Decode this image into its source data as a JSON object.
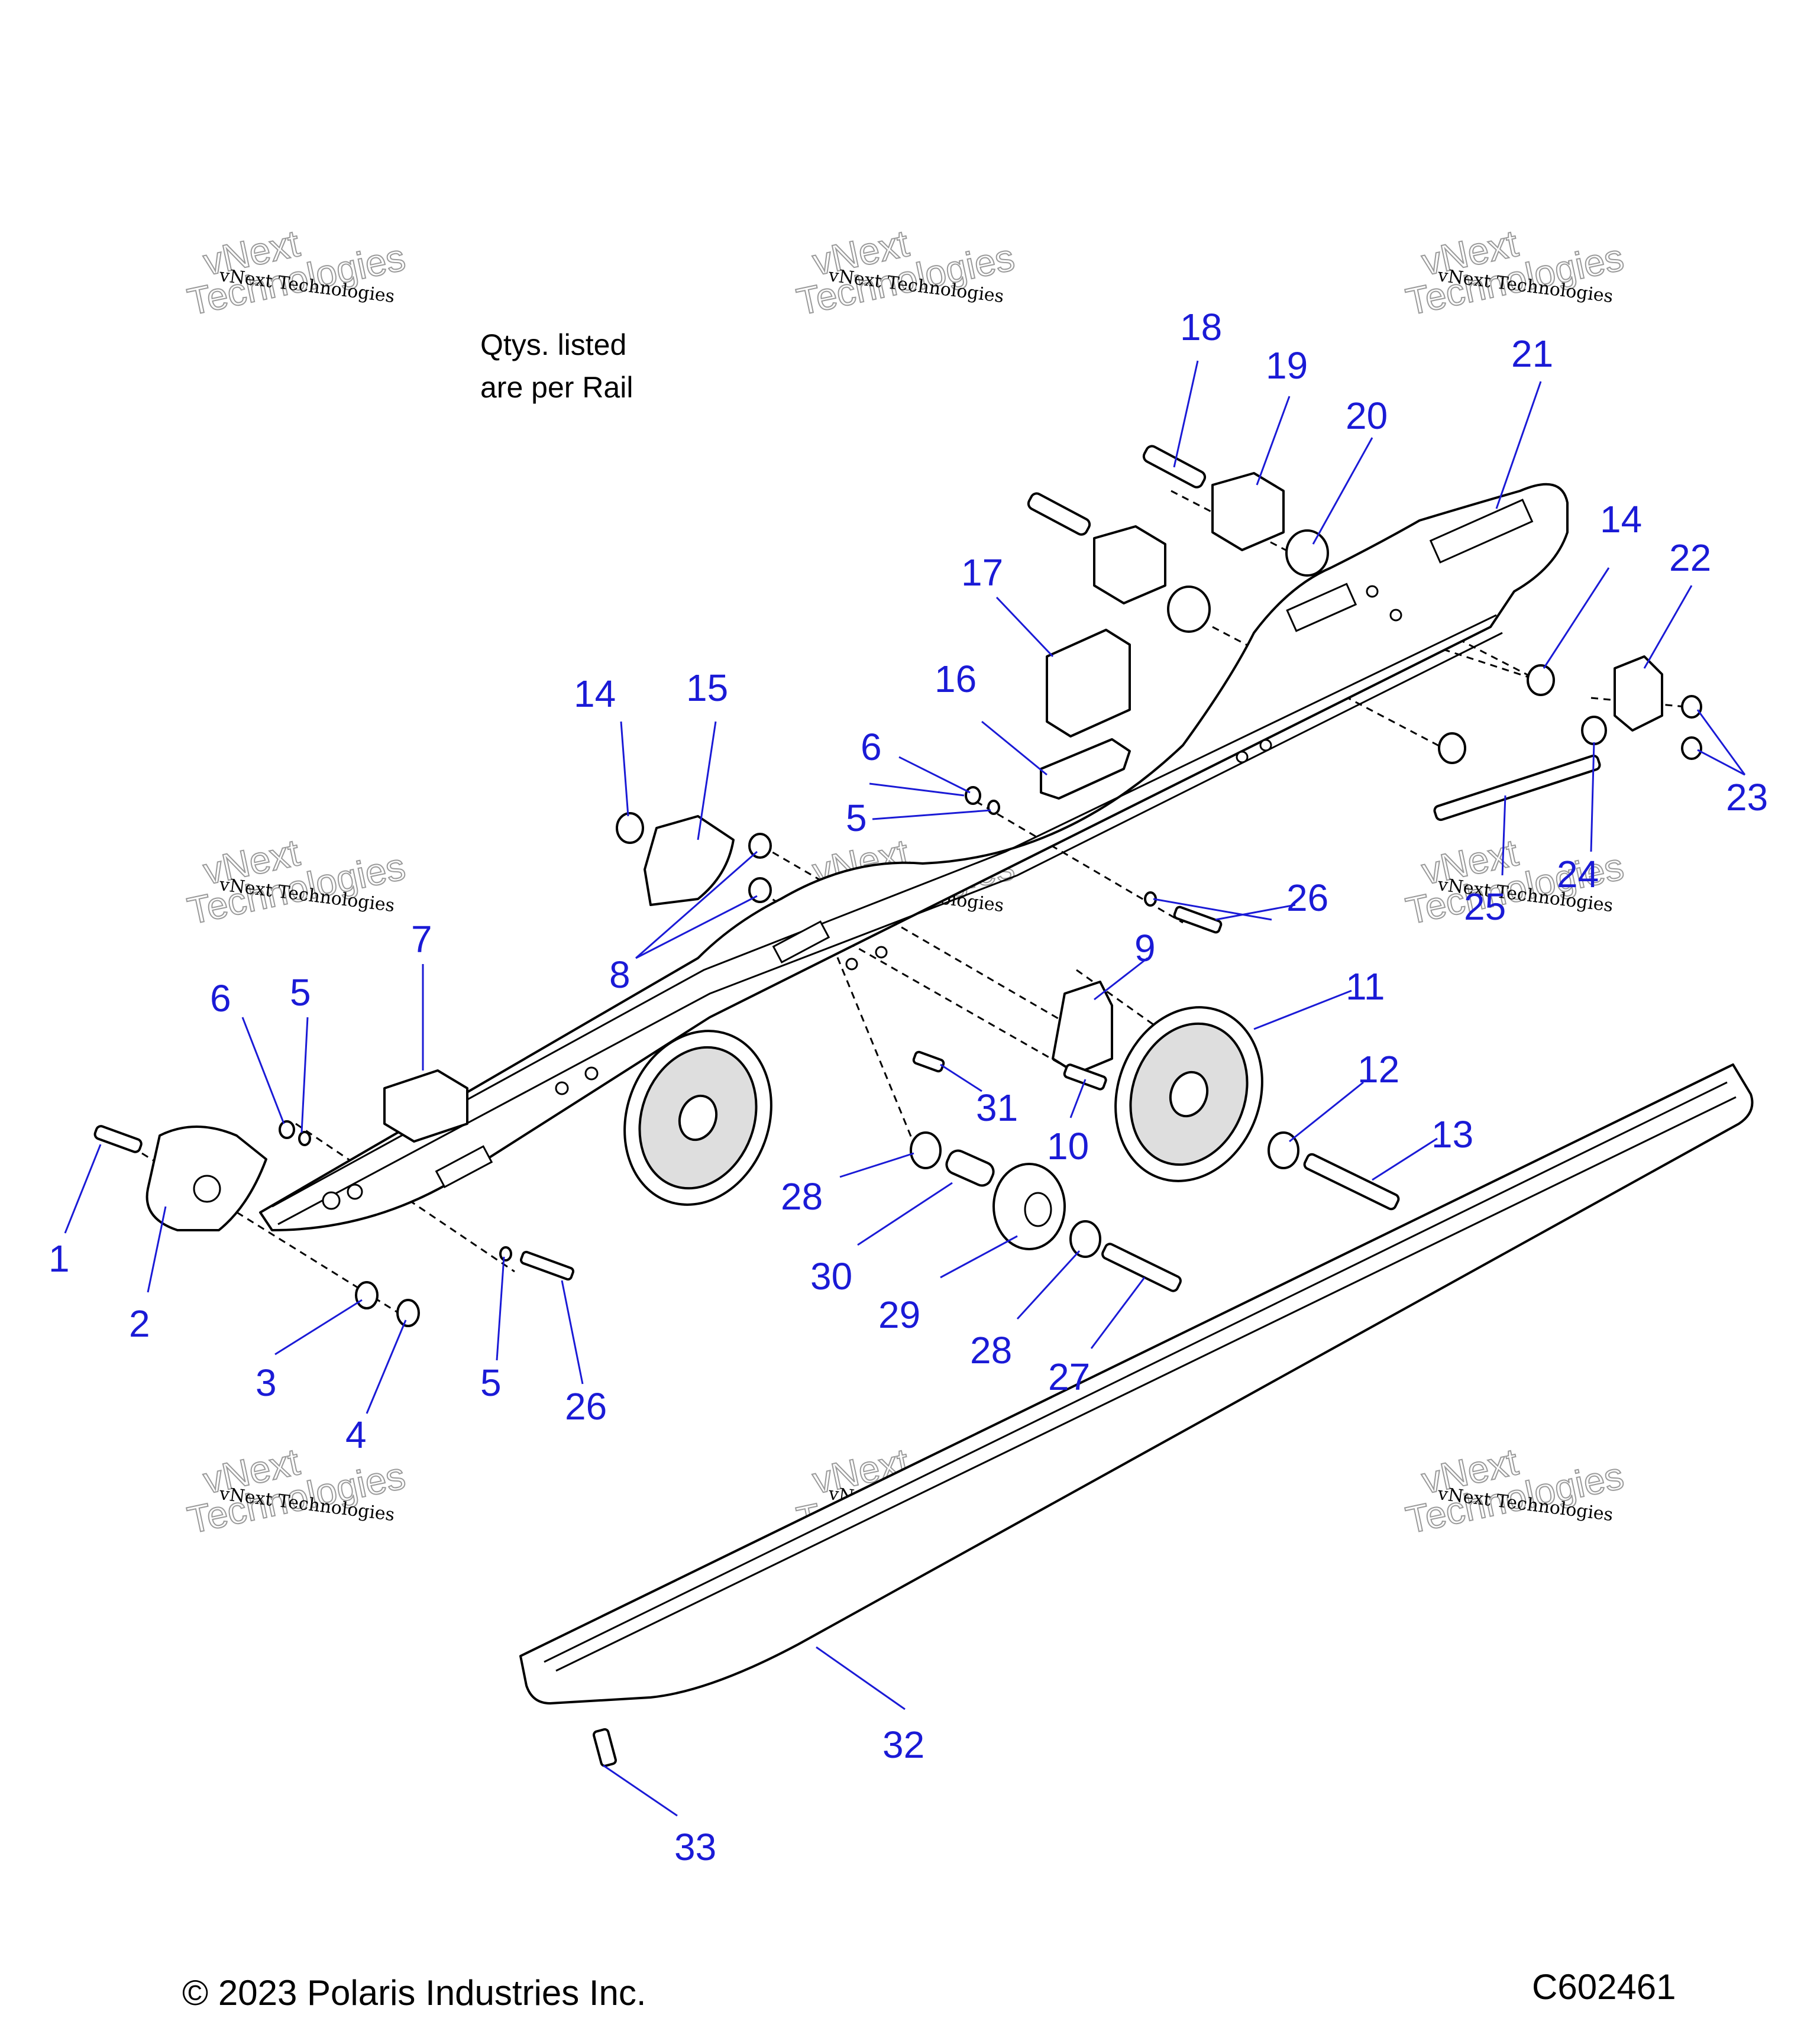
{
  "note": {
    "line1": "Qtys. listed",
    "line2": "are per Rail"
  },
  "watermark": {
    "small": "vNext Technologies",
    "big_line1": "vNext",
    "big_line2": "Technologies"
  },
  "footer": {
    "copyright": "© 2023 Polaris Industries Inc.",
    "code": "C602461"
  },
  "callouts": [
    "1",
    "2",
    "3",
    "4",
    "5",
    "5",
    "5",
    "6",
    "6",
    "7",
    "8",
    "9",
    "10",
    "11",
    "12",
    "13",
    "14",
    "14",
    "15",
    "16",
    "17",
    "18",
    "19",
    "20",
    "21",
    "22",
    "23",
    "24",
    "25",
    "26",
    "26",
    "27",
    "28",
    "28",
    "29",
    "30",
    "31",
    "32",
    "33"
  ],
  "colors": {
    "callout": "#1a1ad6",
    "line": "#000000"
  }
}
